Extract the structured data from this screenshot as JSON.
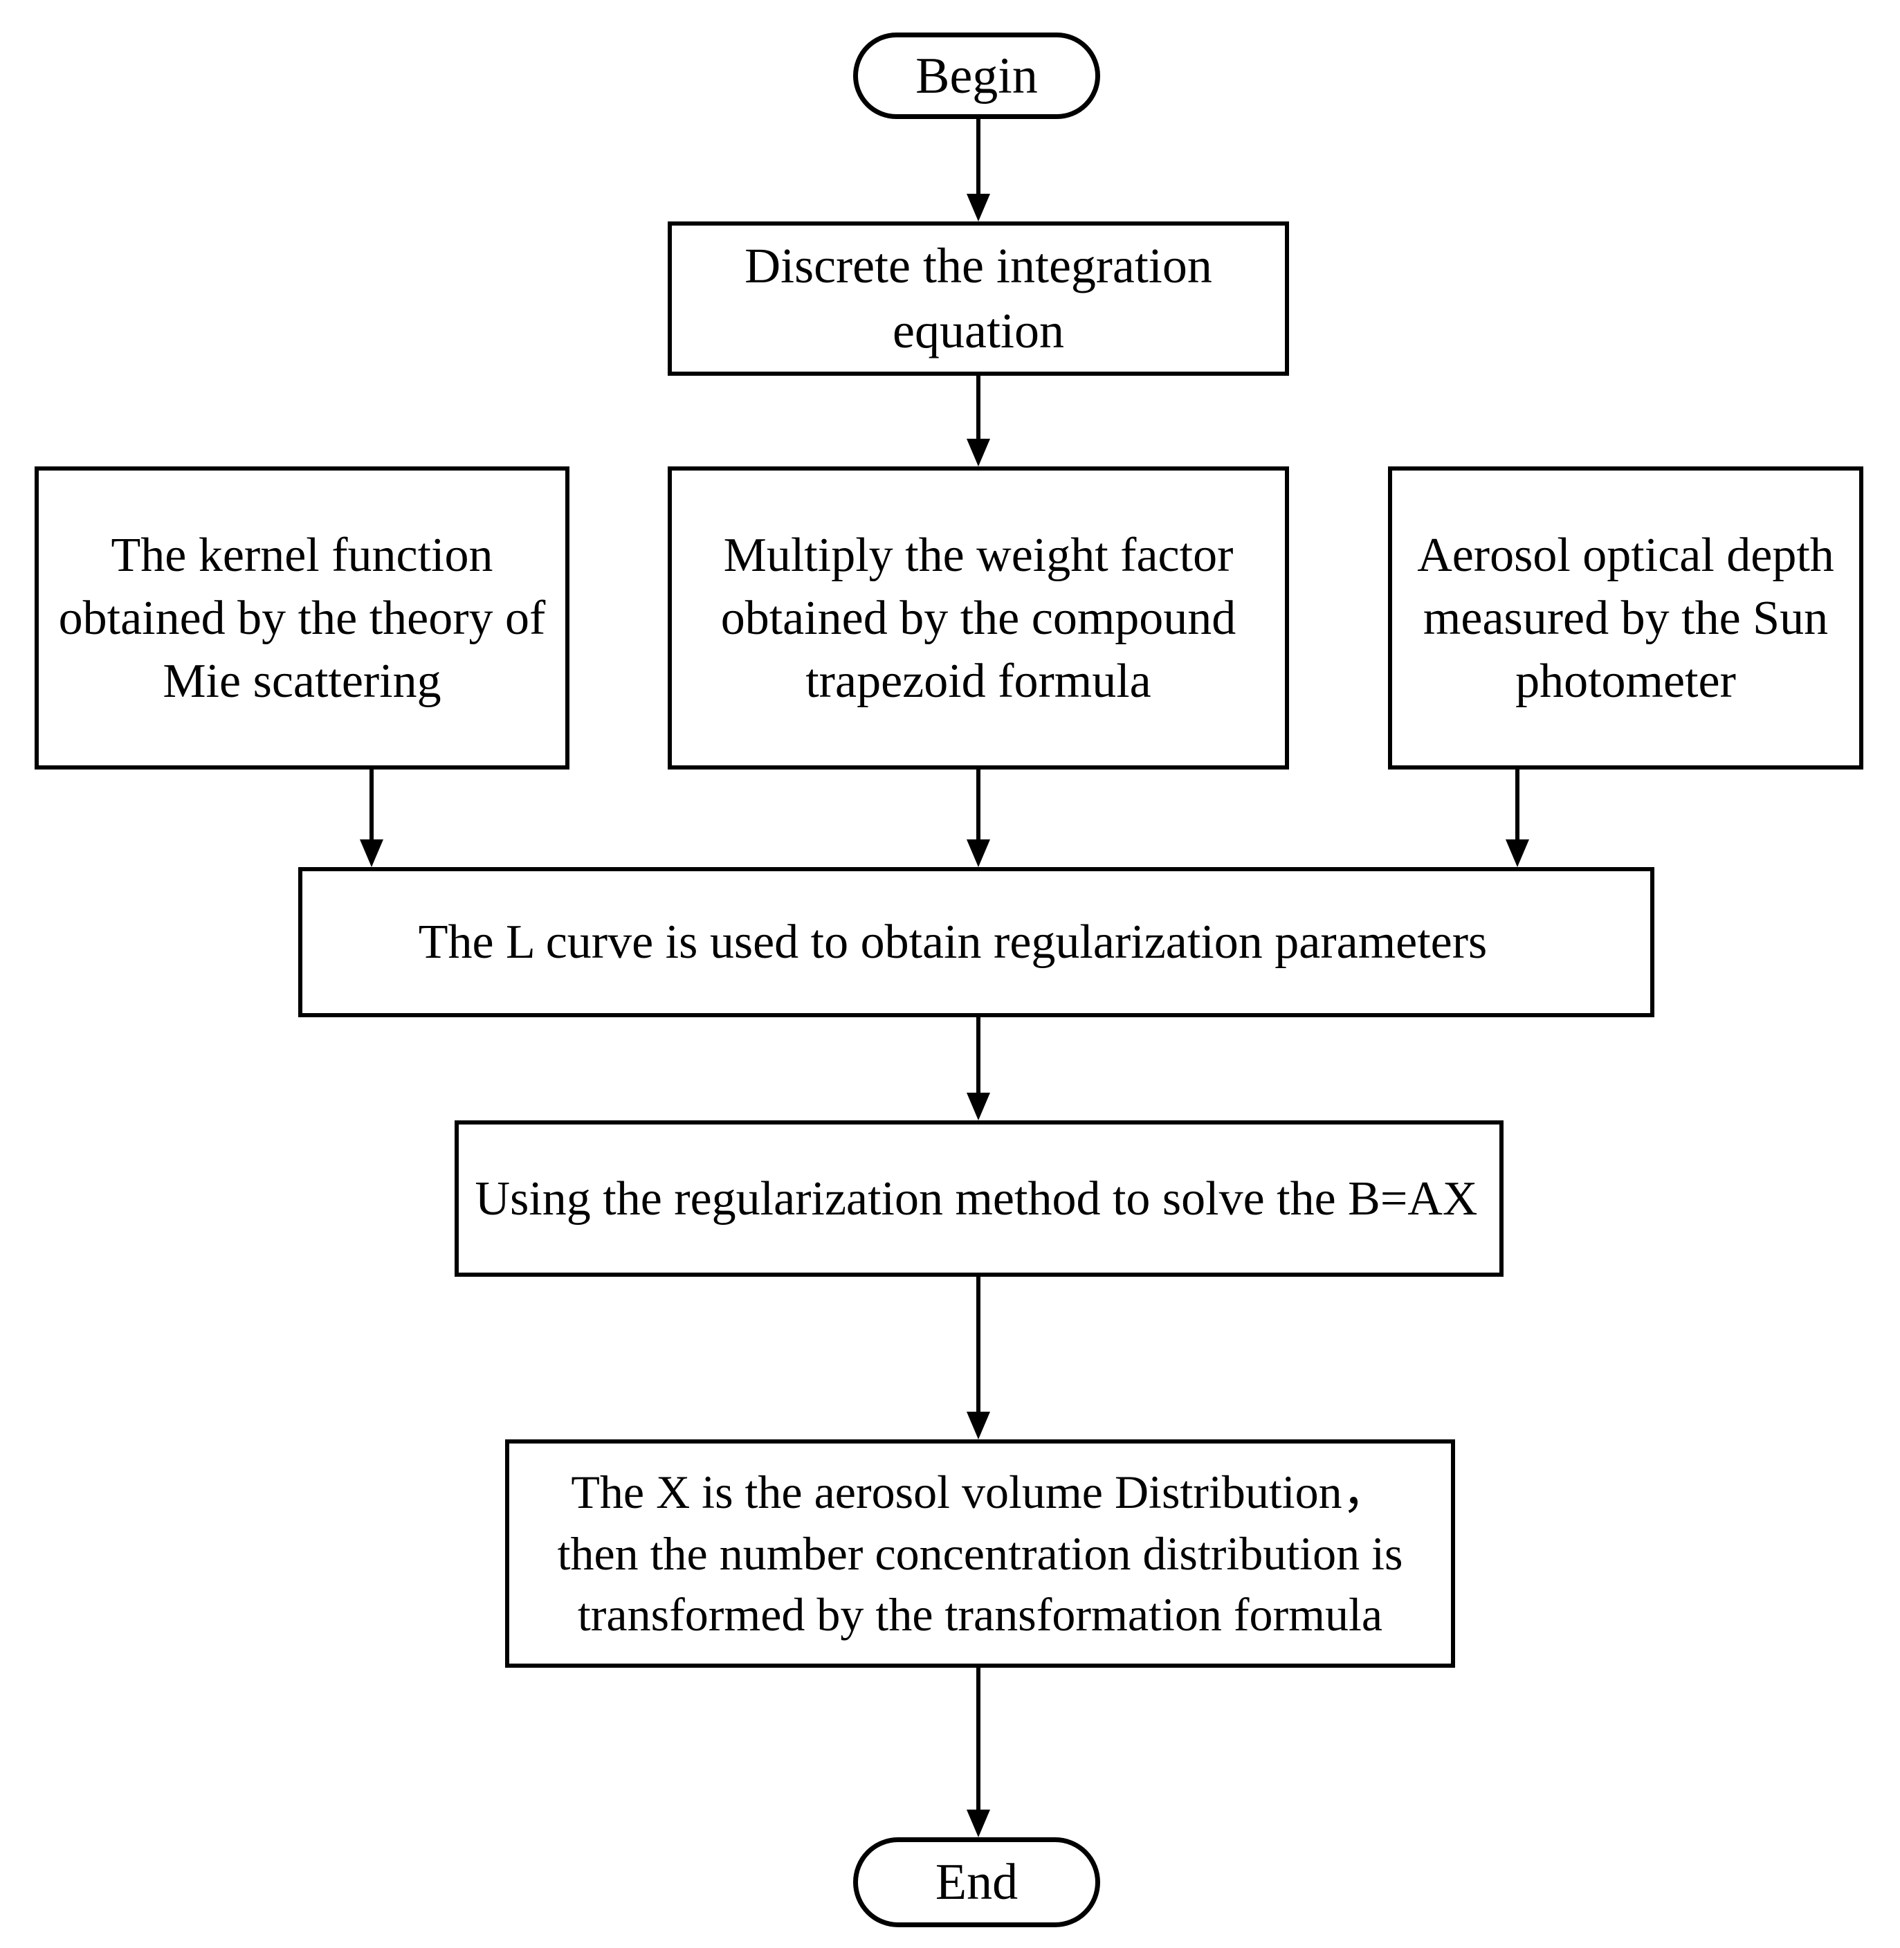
{
  "diagram": {
    "title": "Aerosol size distribution retrieval flowchart",
    "background_color": "#ffffff",
    "line_color": "#000000",
    "nodes": {
      "begin": {
        "shape": "terminator",
        "text": "Begin"
      },
      "discrete": {
        "shape": "process",
        "text": "Discrete the integration\nequation"
      },
      "kernel": {
        "shape": "process",
        "text": "The kernel function\nobtained by the theory of\nMie scattering"
      },
      "weight": {
        "shape": "process",
        "text": "Multiply the weight factor\nobtained by the compound\ntrapezoid formula"
      },
      "aod": {
        "shape": "process",
        "text": "Aerosol optical depth\nmeasured by the Sun\nphotometer"
      },
      "lcurve": {
        "shape": "process",
        "text": "The L curve is used to obtain regularization parameters"
      },
      "solve": {
        "shape": "process",
        "text": "Using the regularization method to solve the B=AX"
      },
      "transform": {
        "shape": "process",
        "text": "The X is the aerosol volume Distribution，\nthen the number concentration distribution is\ntransformed by the transformation formula"
      },
      "end": {
        "shape": "terminator",
        "text": "End"
      }
    },
    "edges": [
      {
        "from": "begin",
        "to": "discrete",
        "arrow": "down"
      },
      {
        "from": "discrete",
        "to": "weight",
        "arrow": "down"
      },
      {
        "from": "kernel",
        "to": "lcurve",
        "arrow": "down"
      },
      {
        "from": "weight",
        "to": "lcurve",
        "arrow": "down"
      },
      {
        "from": "aod",
        "to": "lcurve",
        "arrow": "down"
      },
      {
        "from": "lcurve",
        "to": "solve",
        "arrow": "down"
      },
      {
        "from": "solve",
        "to": "transform",
        "arrow": "down"
      },
      {
        "from": "transform",
        "to": "end",
        "arrow": "down"
      }
    ]
  }
}
